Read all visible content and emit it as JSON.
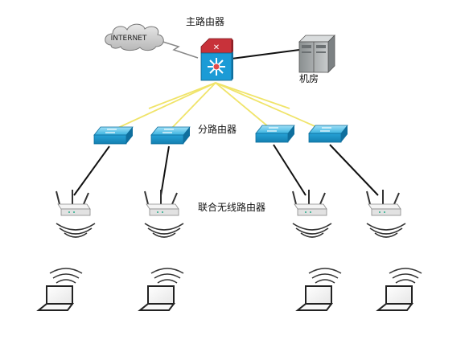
{
  "cloud": {
    "label": "INTERNET",
    "icon": "cloud-icon"
  },
  "main_router": {
    "label": "主路由器",
    "icon": "core-router-icon",
    "colors": {
      "top": "#c8323a",
      "body": "#1b9bd6"
    }
  },
  "server_room": {
    "label": "机房",
    "icon": "server-rack-icon"
  },
  "branch_routers": {
    "label": "分路由器",
    "icon": "switch-icon",
    "count": 4,
    "color": "#2aa7dc"
  },
  "wireless_routers": {
    "label": "联合无线路由器",
    "icon": "wireless-router-icon",
    "count": 4
  },
  "laptops": {
    "icon": "laptop-icon",
    "count": 4
  },
  "links": {
    "uplink_color": "#f0e46a",
    "cable_color": "#111111"
  }
}
